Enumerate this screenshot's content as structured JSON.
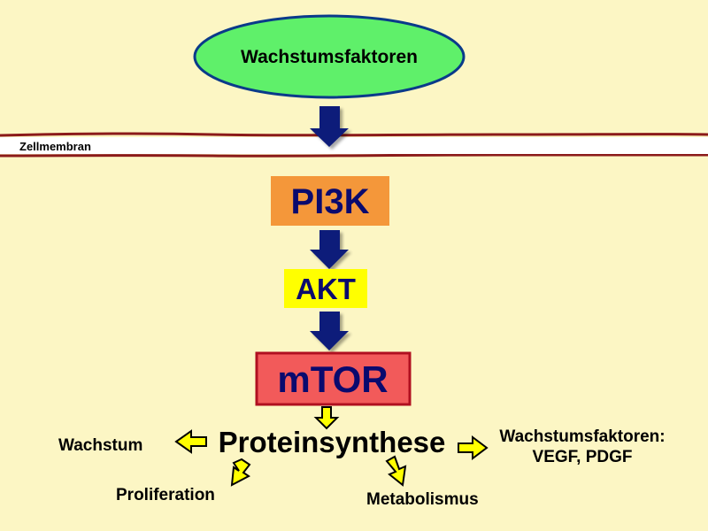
{
  "nodes": {
    "growth_factors": "Wachstumsfaktoren",
    "membrane": "Zellmembran",
    "pi3k": "PI3K",
    "akt": "AKT",
    "mtor": "mTOR",
    "protein_synthesis": "Proteinsynthese"
  },
  "outputs": {
    "growth": "Wachstum",
    "proliferation": "Proliferation",
    "metabolism": "Metabolismus",
    "growth_factors_line1": "Wachstumsfaktoren:",
    "growth_factors_line2": "VEGF, PDGF"
  },
  "colors": {
    "background": "#fcf6c4",
    "ellipse_fill": "#5ff06a",
    "ellipse_stroke": "#0a3a8a",
    "membrane": "#8b1a1a",
    "pi3k_fill": "#f4973a",
    "akt_fill": "#ffff00",
    "mtor_fill": "#f25a5a",
    "mtor_stroke": "#b01020",
    "node_text": "#0a0a6e",
    "big_arrow": "#0a1a7a",
    "small_arrow_fill": "#ffff00",
    "small_arrow_stroke": "#000000"
  }
}
